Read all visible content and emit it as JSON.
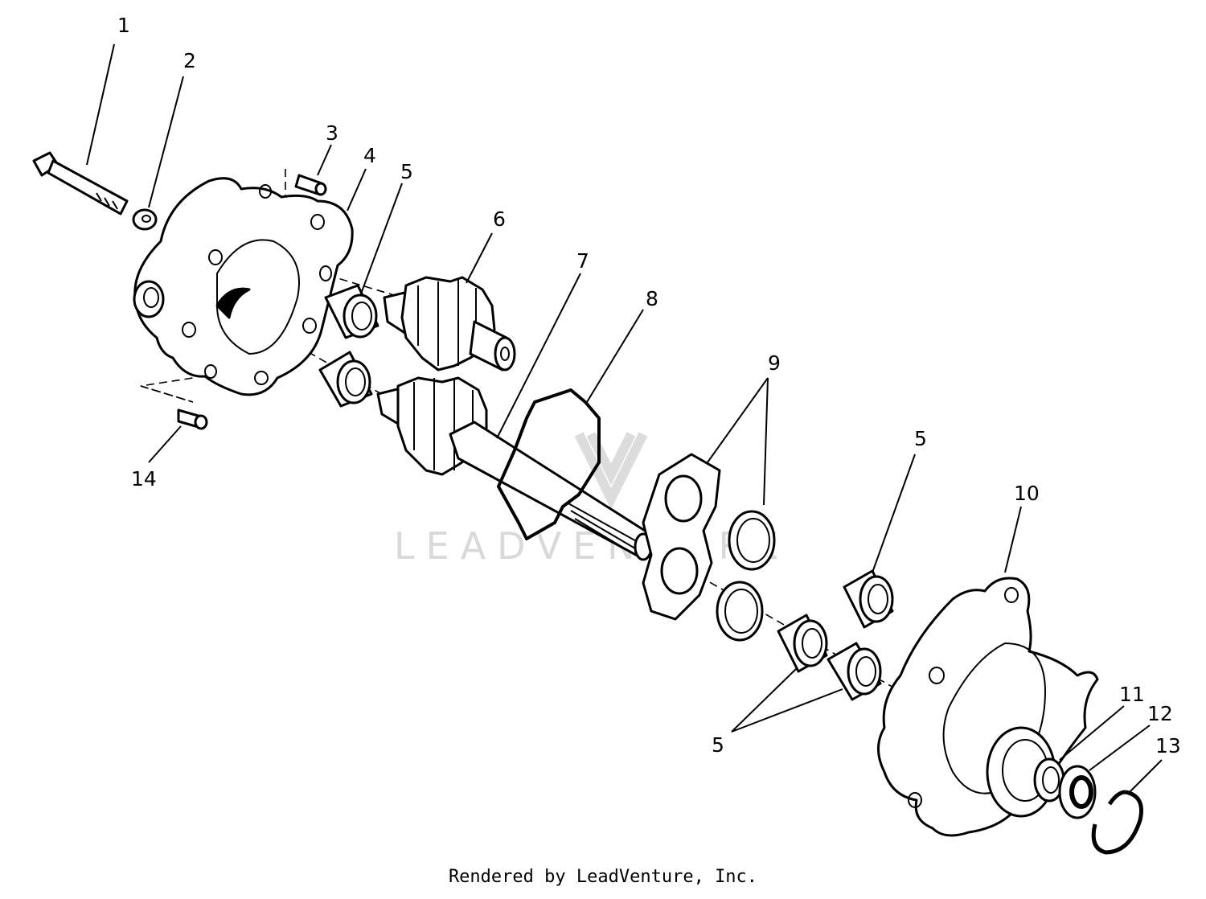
{
  "callouts": [
    {
      "id": "p1",
      "label": "1"
    },
    {
      "id": "p2",
      "label": "2"
    },
    {
      "id": "p3",
      "label": "3"
    },
    {
      "id": "p4",
      "label": "4"
    },
    {
      "id": "p5a",
      "label": "5"
    },
    {
      "id": "p6",
      "label": "6"
    },
    {
      "id": "p7",
      "label": "7"
    },
    {
      "id": "p8",
      "label": "8"
    },
    {
      "id": "p9",
      "label": "9"
    },
    {
      "id": "p5b",
      "label": "5"
    },
    {
      "id": "p10",
      "label": "10"
    },
    {
      "id": "p11",
      "label": "11"
    },
    {
      "id": "p12",
      "label": "12"
    },
    {
      "id": "p13",
      "label": "13"
    },
    {
      "id": "p5c",
      "label": "5"
    },
    {
      "id": "p14",
      "label": "14"
    }
  ],
  "watermark": "LEADVENTURE",
  "credit": "Rendered by LeadVenture, Inc."
}
